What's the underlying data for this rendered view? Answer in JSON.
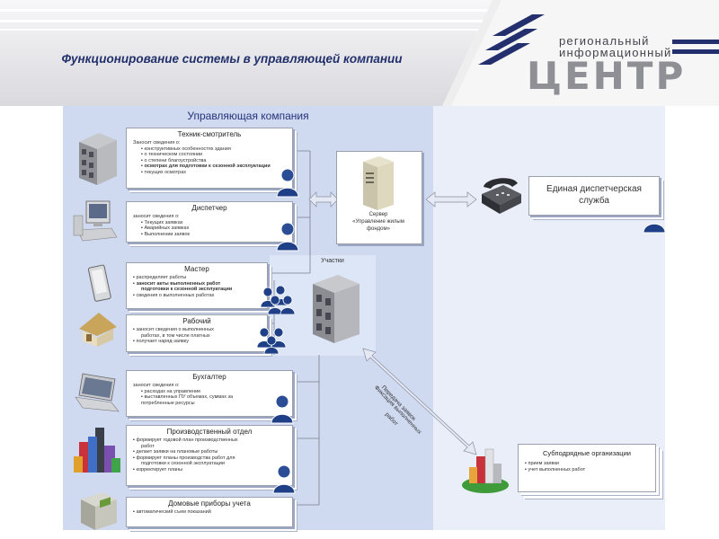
{
  "header": {
    "title": "Функционирование системы в управляющей компании",
    "logo": {
      "line1": "региональный",
      "line2": "информационный",
      "big": "ЦЕНТР"
    }
  },
  "panel": {
    "title": "Управляющая компания"
  },
  "roles": {
    "technician": {
      "title": "Техник-смотритель",
      "lines": [
        "Заносит сведения о:",
        "конструктивных особенностях здания",
        "о техническом состоянии",
        "о степени благоустройства",
        "осмотрах для подготовки к сезонной эксплуатации",
        "текущих осмотрах"
      ]
    },
    "dispatcher": {
      "title": "Диспетчер",
      "lines": [
        "заносит сведения о:",
        "Текущих заявках",
        "Аварийных заявках",
        "Выполнении заявок"
      ]
    },
    "master": {
      "title": "Мастер",
      "lines": [
        "распределяет работы",
        "заносит акты выполненных работ",
        "подготовки к сезонной эксплуатации",
        "сведения о выполненных работах"
      ]
    },
    "worker": {
      "title": "Рабочий",
      "lines": [
        "заносит сведения о выполненных",
        "работах, в том числе платных",
        "получает наряд-заявку"
      ]
    },
    "accountant": {
      "title": "Бухгалтер",
      "lines": [
        "заносит сведения о:",
        "расходах на управление",
        "выставленных ПУ объемах, суммах за",
        "потребленные ресурсы"
      ]
    },
    "production": {
      "title": "Производственный отдел",
      "lines": [
        "формирует годовой план производственных",
        "работ",
        "делает заявки на плановые работы",
        "формирует планы производства работ для",
        "подготовки к сезонной эксплуатации",
        "корректирует планы"
      ]
    },
    "meters": {
      "title": "Домовые приборы учета",
      "lines": [
        "автоматический съем показаний"
      ]
    }
  },
  "server": {
    "label_line1": "Сервер",
    "label_line2": "«Управление жилым",
    "label_line3": "фондом»"
  },
  "sites_label": "Участки",
  "dispatch_service": {
    "title_line1": "Единая диспетчерская",
    "title_line2": "служба"
  },
  "subcontractors": {
    "title": "Субподрядные организации",
    "lines": [
      "прием заявки",
      "учет выполненных работ"
    ]
  },
  "arrow_labels": {
    "requests": "Передача заявок",
    "works_line1": "Фиксация выполненных",
    "works_line2": "работ"
  },
  "colors": {
    "title": "#22306b",
    "panel": "#cfdaf0",
    "person": "#1f3f86"
  }
}
